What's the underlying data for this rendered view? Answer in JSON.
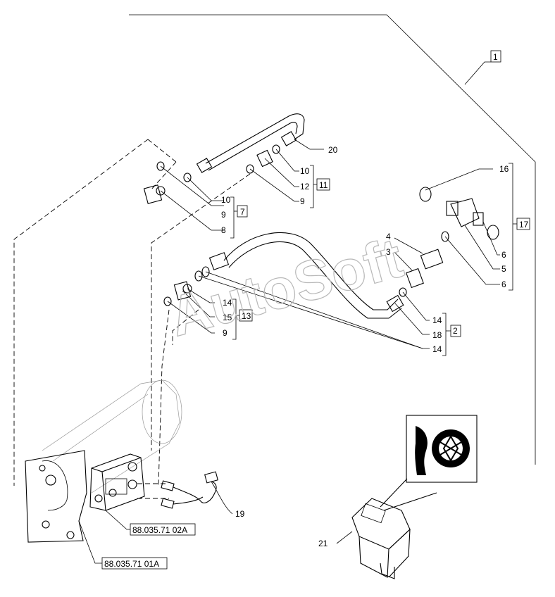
{
  "labels": {
    "l1": "1",
    "l2": "2",
    "l3": "3",
    "l4": "4",
    "l5": "5",
    "l6a": "6",
    "l6b": "6",
    "l7": "7",
    "l8": "8",
    "l9a": "9",
    "l9b": "9",
    "l9c": "9",
    "l10a": "10",
    "l10b": "10",
    "l11": "11",
    "l12": "12",
    "l13": "13",
    "l14a": "14",
    "l14b": "14",
    "l14c": "14",
    "l15": "15",
    "l16": "16",
    "l17": "17",
    "l18": "18",
    "l19": "19",
    "l20": "20",
    "l21": "21"
  },
  "references": {
    "ref_valve": "88.035.71 02A",
    "ref_mount": "88.035.71 01A"
  },
  "watermark": "AutoSoft",
  "icons": {
    "switch_symbol": "aperture-control-icon"
  }
}
